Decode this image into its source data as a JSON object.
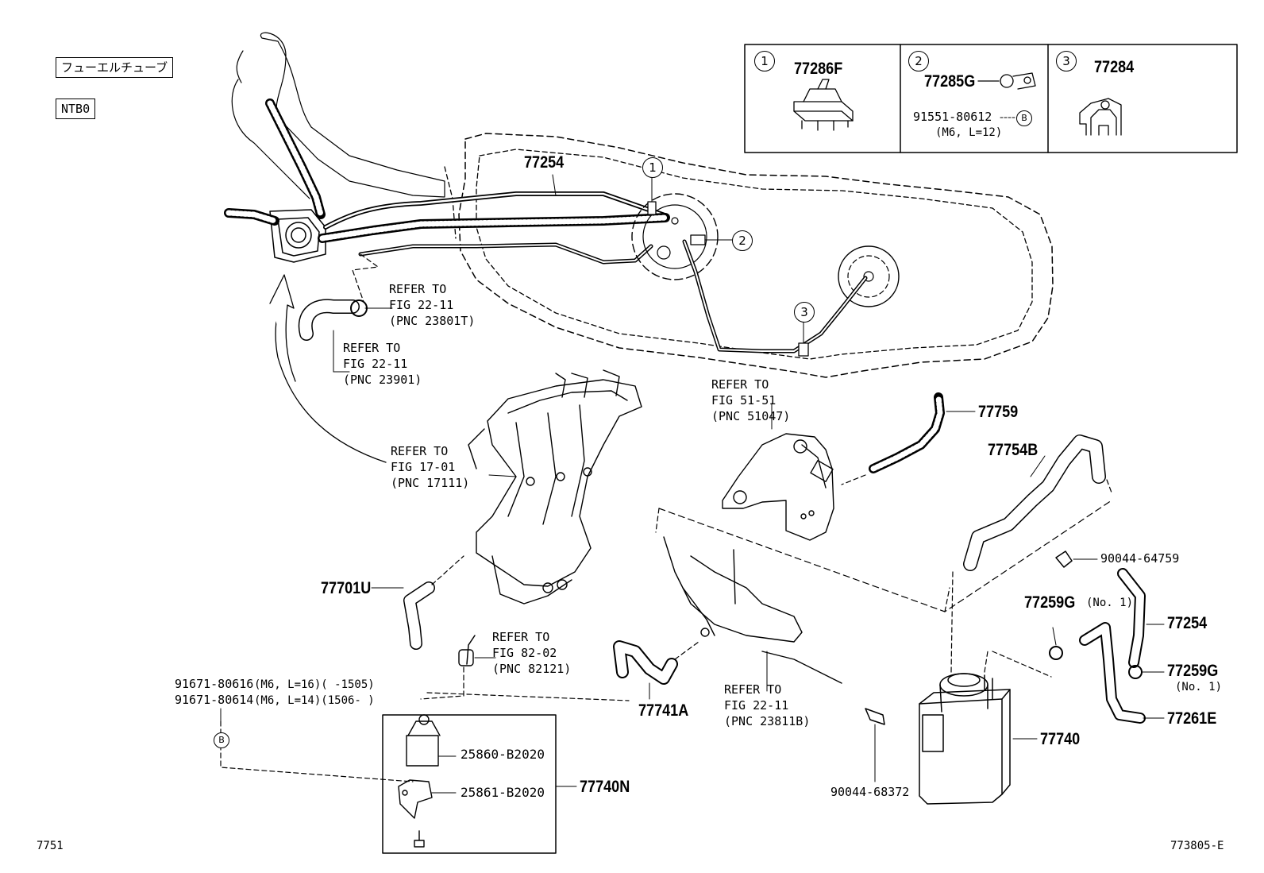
{
  "header": {
    "title_jp": "フューエルチューブ",
    "code": "NTB0"
  },
  "figure_id": "7751",
  "drawing_id": "773805-E",
  "legend": [
    {
      "num": "1",
      "part": "77286F"
    },
    {
      "num": "2",
      "part": "77285G",
      "bolt": "91551-80612",
      "bolt_mark": "B",
      "bolt_spec": "(M6, L=12)"
    },
    {
      "num": "3",
      "part": "77284"
    }
  ],
  "callouts": [
    "1",
    "2",
    "3"
  ],
  "parts": {
    "p77254_top": "77254",
    "p77759": "77759",
    "p77754B": "77754B",
    "p90044_64759": "90044-64759",
    "p77259G_a": "77259G",
    "p77259G_a_note": "(No. 1)",
    "p77254_right": "77254",
    "p77259G_b": "77259G",
    "p77259G_b_note": "(No. 1)",
    "p77261E": "77261E",
    "p77740": "77740",
    "p90044_68372": "90044-68372",
    "p77741A": "77741A",
    "p77701U": "77701U",
    "p25860": "25860-B2020",
    "p25861": "25861-B2020",
    "p77740N": "77740N",
    "bolt1": "91671-80616",
    "bolt1_spec": "(M6, L=16)(      -1505)",
    "bolt2": "91671-80614",
    "bolt2_spec": "(M6, L=14)(1506-      )",
    "bolt_mark": "B"
  },
  "refs": {
    "r23801T": "REFER TO\nFIG 22-11\n(PNC 23801T)",
    "r23901": "REFER TO\nFIG 22-11\n(PNC 23901)",
    "r17111": "REFER TO\nFIG 17-01\n(PNC 17111)",
    "r51047": "REFER TO\nFIG 51-51\n(PNC 51047)",
    "r82121": "REFER TO\nFIG 82-02\n(PNC 82121)",
    "r23811B": "REFER TO\nFIG 22-11\n(PNC 23811B)"
  }
}
